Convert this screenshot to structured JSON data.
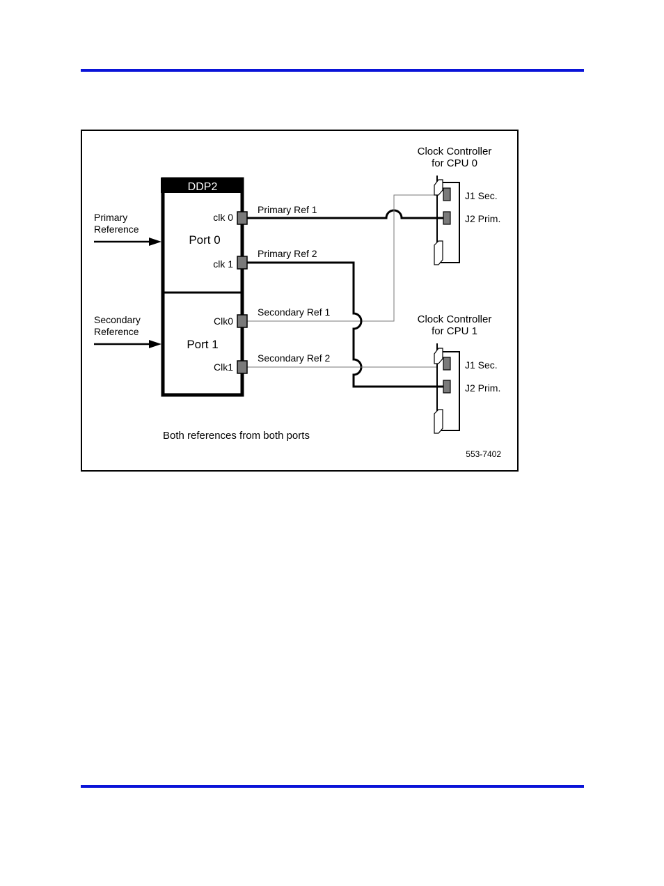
{
  "diagram": {
    "ddp_title": "DDP2",
    "port0": "Port 0",
    "port1": "Port 1",
    "clk0_label": "clk 0",
    "clk1_label": "clk 1",
    "Clk0_label": "Clk0",
    "Clk1_label": "Clk1",
    "primary_input": {
      "line1": "Primary",
      "line2": "Reference"
    },
    "secondary_input": {
      "line1": "Secondary",
      "line2": "Reference"
    },
    "links": {
      "primary_ref_1": "Primary Ref 1",
      "primary_ref_2": "Primary Ref 2",
      "secondary_ref_1": "Secondary Ref 1",
      "secondary_ref_2": "Secondary Ref 2"
    },
    "controller0": {
      "line1": "Clock Controller",
      "line2": "for CPU 0",
      "j1": "J1 Sec.",
      "j2": "J2 Prim."
    },
    "controller1": {
      "line1": "Clock Controller",
      "line2": "for CPU 1",
      "j1": "J1 Sec.",
      "j2": "J2 Prim."
    },
    "caption": "Both references from both ports",
    "figure_id": "553-7402"
  },
  "colors": {
    "rule": "#0a14d8",
    "connector": "#7a7a7a",
    "line": "#000000"
  }
}
